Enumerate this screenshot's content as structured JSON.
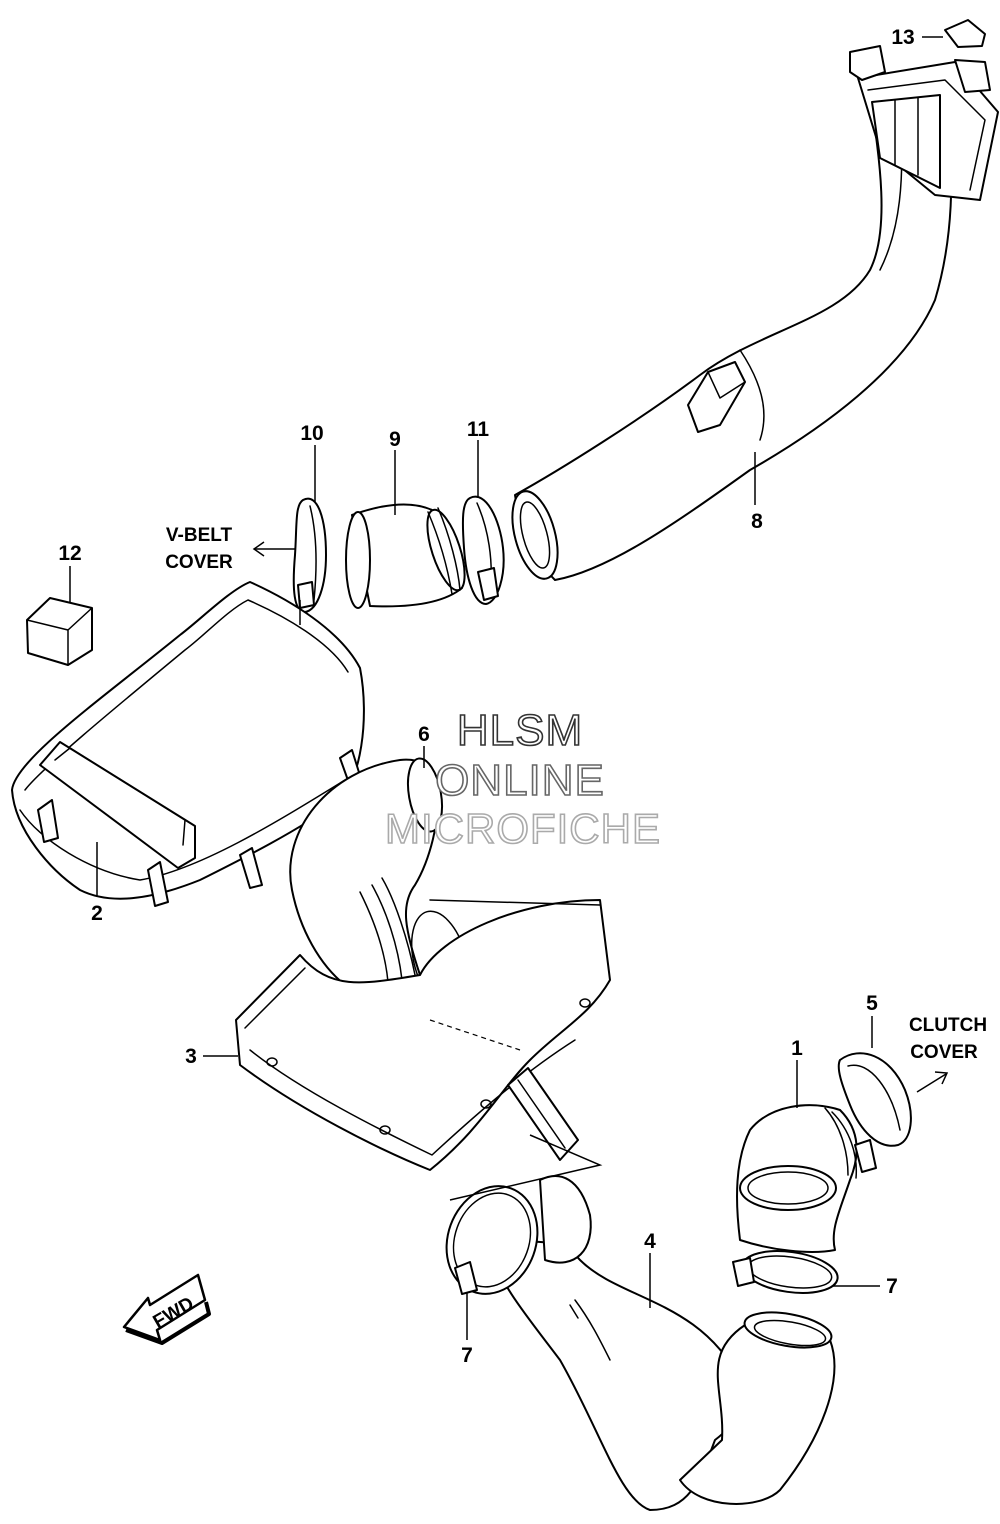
{
  "callouts": {
    "c1": "1",
    "c2": "2",
    "c3": "3",
    "c4": "4",
    "c5": "5",
    "c6": "6",
    "c7a": "7",
    "c7b": "7",
    "c8": "8",
    "c9": "9",
    "c10": "10",
    "c11": "11",
    "c12": "12",
    "c13": "13"
  },
  "notes": {
    "vbelt_line1": "V-BELT",
    "vbelt_line2": "COVER",
    "clutch_line1": "CLUTCH",
    "clutch_line2": "COVER"
  },
  "watermark": {
    "line1": "HLSM",
    "line2": "ONLINE",
    "line3": "MICROFICHE",
    "color_line1": "#333333",
    "color_line2": "#666666",
    "color_line3": "#aaaaaa"
  },
  "fwd_label": "FWD"
}
